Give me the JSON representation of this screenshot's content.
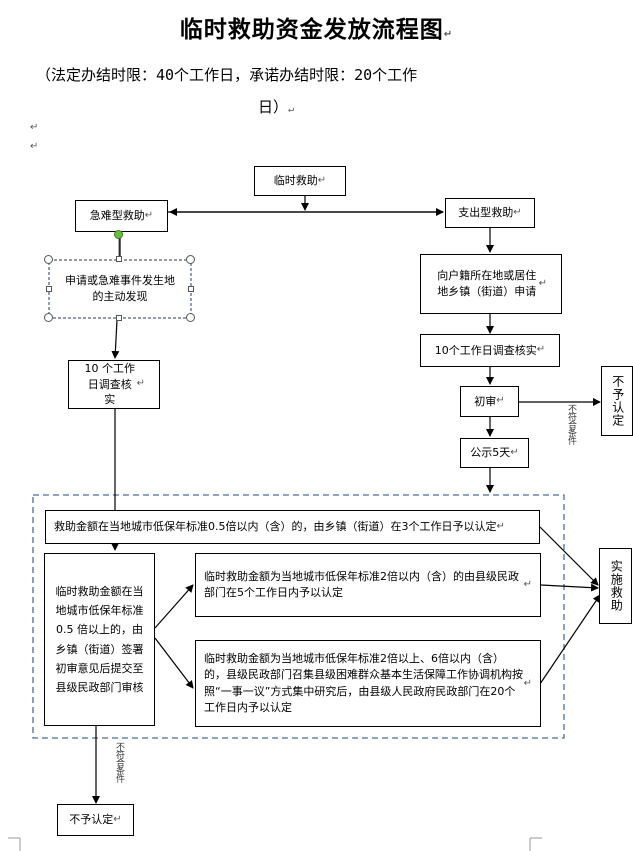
{
  "title": "临时救助资金发放流程图",
  "subtitle_line1": "（法定办结时限：40个工作日，承诺办结时限：20个工作",
  "subtitle_line2": "日）",
  "para_mark": "↵",
  "nodes": {
    "temp_aid": "临时救助",
    "emergency_aid": "急难型救助",
    "expense_aid": "支出型救助",
    "apply_or_find": "申请或急难事件发生地的主动发现",
    "apply_township": "向户籍所在地或居住地乡镇（街道）申请",
    "investigate_10_right": "10个工作日调查核实",
    "investigate_10_left": "10 个工作日调查核实",
    "preliminary_review": "初审",
    "publicize_5": "公示5天",
    "not_approved_right": "不予认定",
    "implement_aid": "实施救助",
    "level_05": "救助金额在当地城市低保年标准0.5倍以内（含）的，由乡镇（街道）在3个工作日予以认定",
    "level_over_05": "临时救助金额在当地城市低保年标准0.5 倍以上的，由乡镇（街道）签署初审意见后提交至县级民政部门审核",
    "level_2": "临时救助金额为当地城市低保年标准2倍以内（含）的由县级民政部门在5个工作日内予以认定",
    "level_6": "临时救助金额为当地城市低保年标准2倍以上、6倍以内（含）的，县级民政部门召集县级困难群众基本生活保障工作协调机构按照“一事一议”方式集中研究后，由县级人民政府民政部门在20个工作日内予以认定",
    "not_approved_bottom": "不予认定"
  },
  "notes": {
    "not_qualified_right": "不符合条件",
    "not_qualified_left": "不符合条件"
  },
  "colors": {
    "line": "#000000",
    "dashed_border": "#4a6f9c",
    "selection_border": "#1f3a6a",
    "handle_green": "#6abf3f"
  }
}
